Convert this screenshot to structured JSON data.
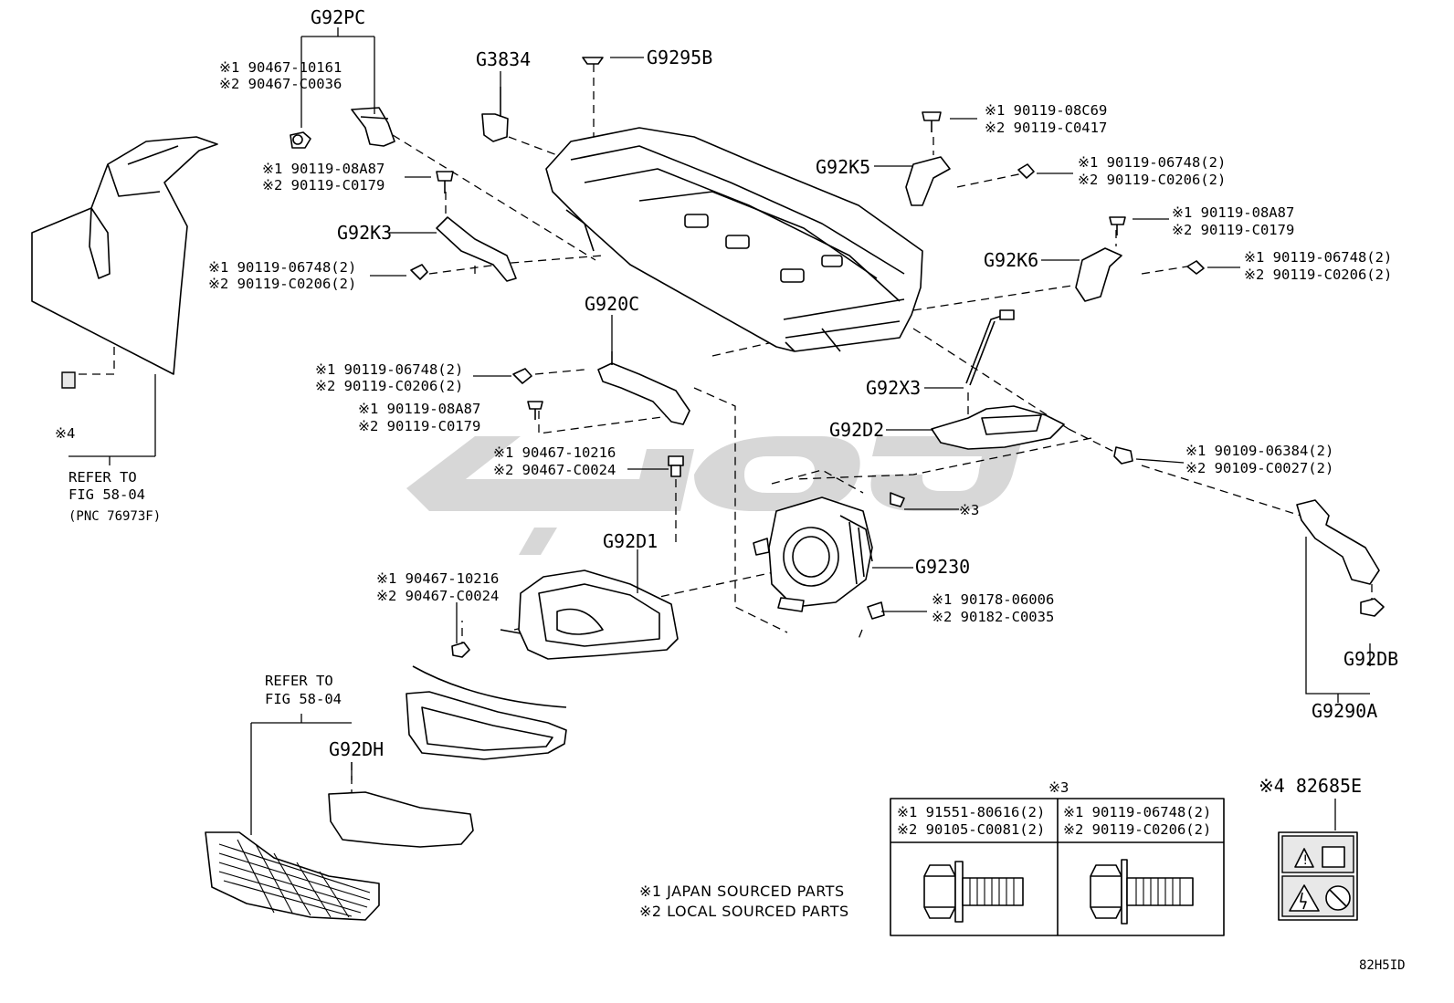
{
  "parts": {
    "g92pc": "G92PC",
    "g3834": "G3834",
    "g9295b": "G9295B",
    "g92k5": "G92K5",
    "g92k3": "G92K3",
    "g92k6": "G92K6",
    "g920c": "G920C",
    "g92x3": "G92X3",
    "g92d2": "G92D2",
    "g92d1": "G92D1",
    "g9230": "G9230",
    "g92dh": "G92DH",
    "g92db": "G92DB",
    "g9290a": "G9290A",
    "label_82685e": "※4 82685E"
  },
  "callouts": {
    "pc_1": "※1 90467-10161",
    "pc_2": "※2 90467-C0036",
    "a87_top_1": "※1 90119-08A87",
    "a87_top_2": "※2 90119-C0179",
    "k3bolt_1": "※1 90119-06748(2)",
    "k3bolt_2": "※2 90119-C0206(2)",
    "k5top_1": "※1 90119-08C69",
    "k5top_2": "※2 90119-C0417",
    "k5side_1": "※1 90119-06748(2)",
    "k5side_2": "※2 90119-C0206(2)",
    "k6top_1": "※1 90119-08A87",
    "k6top_2": "※2 90119-C0179",
    "k6side_1": "※1 90119-06748(2)",
    "k6side_2": "※2 90119-C0206(2)",
    "c0_1": "※1 90119-06748(2)",
    "c0_2": "※2 90119-C0206(2)",
    "c0b_1": "※1 90119-08A87",
    "c0b_2": "※2 90119-C0179",
    "clip1_1": "※1 90467-10216",
    "clip1_2": "※2 90467-C0024",
    "d2bolt_1": "※1 90109-06384(2)",
    "d2bolt_2": "※2 90109-C0027(2)",
    "star3": "※3",
    "nut_1": "※1 90178-06006",
    "nut_2": "※2 90182-C0035",
    "clip2_1": "※1 90467-10216",
    "clip2_2": "※2 90467-C0024",
    "star4": "※4"
  },
  "refs": {
    "left_l1": "REFER TO",
    "left_l2": "FIG 58-04",
    "left_l3": "(PNC 76973F)",
    "bottom_l1": "REFER TO",
    "bottom_l2": "FIG 58-04"
  },
  "legend": {
    "line1": "※1 JAPAN SOURCED PARTS",
    "line2": "※2 LOCAL SOURCED PARTS"
  },
  "table": {
    "header": "※3",
    "col1_1": "※1 91551-80616(2)",
    "col1_2": "※2 90105-C0081(2)",
    "col2_1": "※1 90119-06748(2)",
    "col2_2": "※2 90119-C0206(2)"
  },
  "footer": {
    "code": "82H5ID"
  }
}
